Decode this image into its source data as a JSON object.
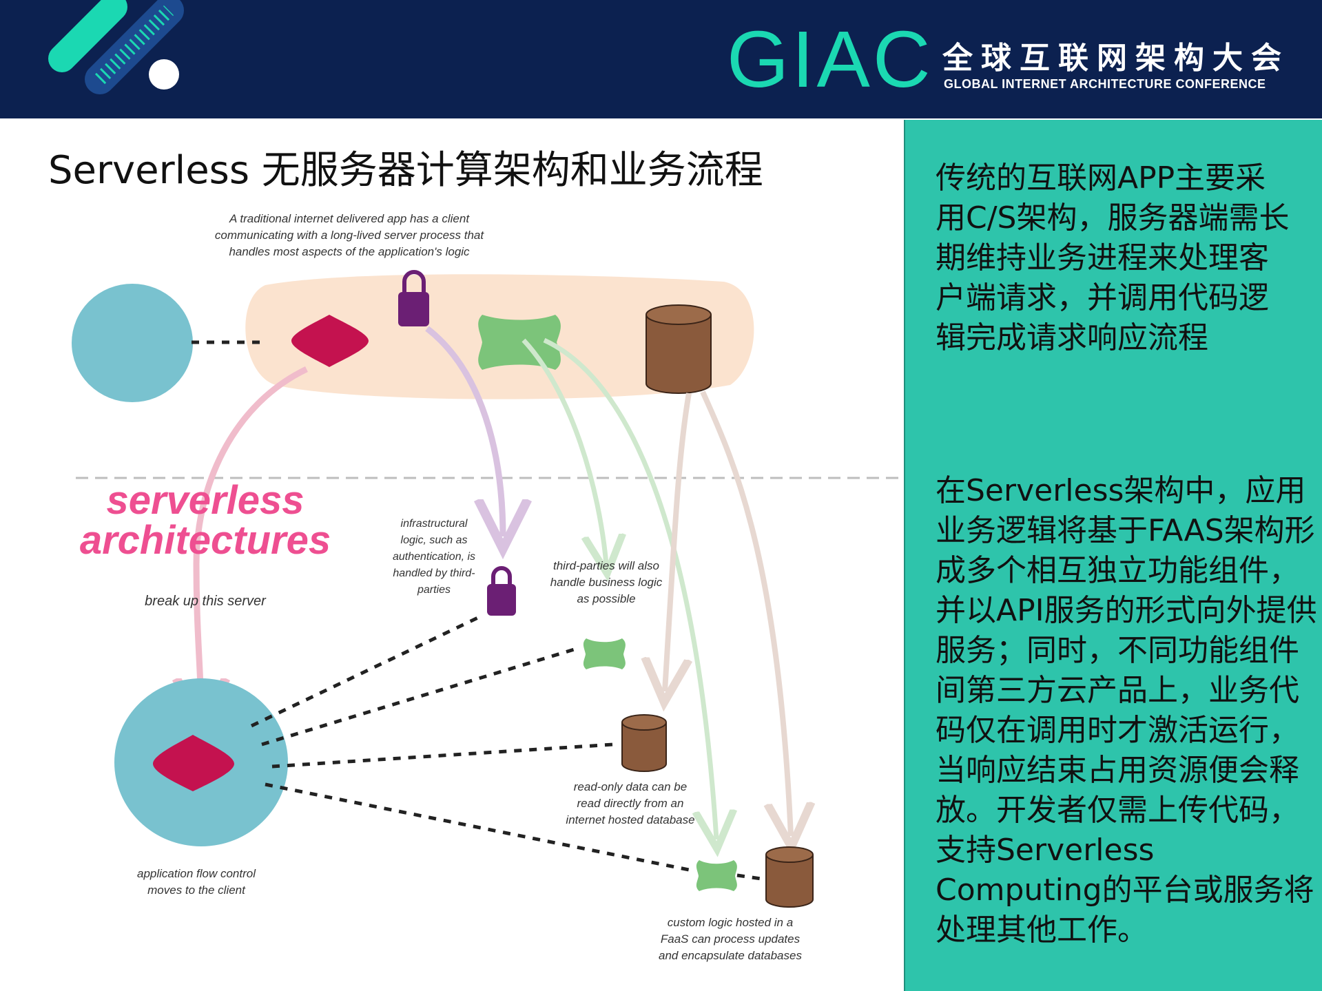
{
  "header": {
    "logo_text": "GIAC",
    "cn_name": "全球互联网架构大会",
    "en_name": "GLOBAL INTERNET ARCHITECTURE CONFERENCE",
    "colors": {
      "bar": "#0c2150",
      "accent": "#1bd8b2",
      "deco_blue": "#1d4a8f"
    }
  },
  "slide": {
    "title": "Serverless 无服务器计算架构和业务流程"
  },
  "sidebar": {
    "background": "#2ec4ab",
    "paragraph1": "传统的互联网APP主要采用C/S架构，服务器端需长期维持业务进程来处理客户端请求，并调用代码逻辑完成请求响应流程",
    "paragraph2": "在Serverless架构中，应用业务逻辑将基于FAAS架构形成多个相互独立功能组件，并以API服务的形式向外提供服务；同时，不同功能组件间第三方云产品上，业务代码仅在调用时才激活运行，当响应结束占用资源便会释放。开发者仅需上传代码，支持Serverless Computing的平台或服务将处理其他工作。"
  },
  "diagram": {
    "top_caption": [
      "A traditional internet delivered app has a client",
      "communicating with a long-lived server process that",
      "handles most aspects of the application's logic"
    ],
    "heading": [
      "serverless",
      "architectures"
    ],
    "break_label": "break up this server",
    "auth_note": [
      "infrastructural",
      "logic, such as",
      "authentication, is",
      "handled by third-",
      "parties"
    ],
    "business_note": [
      "third-parties will also",
      "handle business logic",
      "as possible"
    ],
    "readonly_note": [
      "read-only data can be",
      "read directly from an",
      "internet hosted database"
    ],
    "client_note": [
      "application flow control",
      "moves to the client"
    ],
    "faas_note": [
      "custom logic hosted in a",
      "FaaS can process updates",
      "and encapsulate databases"
    ],
    "colors": {
      "client": "#79c2cf",
      "server": "#fbe3cf",
      "logic": "#c4124f",
      "auth": "#6b1f74",
      "business": "#7cc47a",
      "database": "#8a5a3c",
      "heading": "#ee4f91"
    }
  }
}
